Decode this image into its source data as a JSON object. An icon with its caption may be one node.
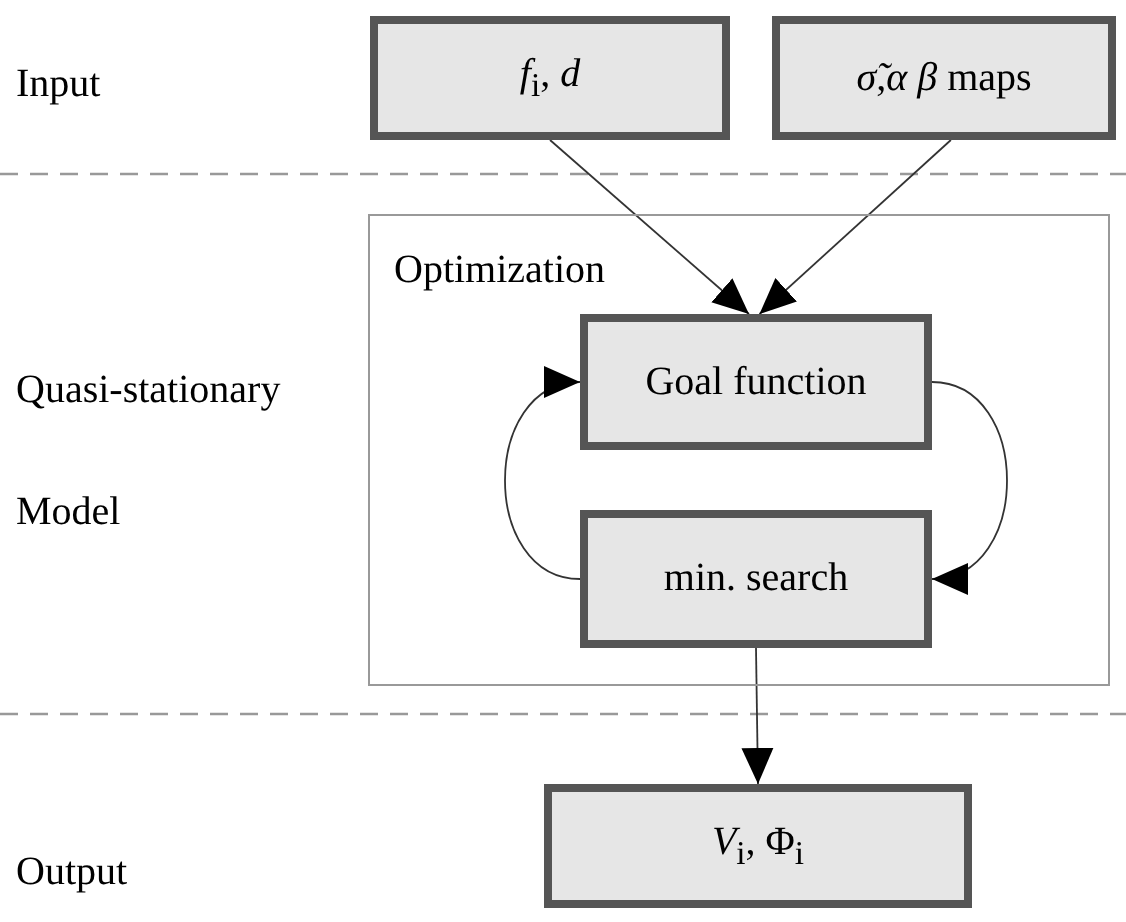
{
  "diagram": {
    "nodes": [
      {
        "text": [
          "*f*$_{i}$, *d*"
        ]
      },
      {
        "text": [
          "*σ̃*,*α* *β* maps"
        ]
      },
      {
        "text": [
          "Optimization"
        ]
      },
      {
        "text": [
          "Goal function"
        ],
        "in": 2
      },
      {
        "text": [
          "min. search"
        ],
        "in": 2
      },
      {
        "text": [
          "*V*$_{i}$, Φ$_{i}$"
        ]
      }
    ],
    "edges": [
      {
        "from": 0,
        "to": 3,
        "arrow": "to"
      },
      {
        "from": 1,
        "to": 3,
        "arrow": "to"
      },
      {
        "from": 3,
        "to": 4,
        "arrow": "to"
      },
      {
        "from": 4,
        "to": 3,
        "arrow": "to"
      },
      {
        "from": 4,
        "to": 5,
        "arrow": "to"
      }
    ],
    "labels": [
      "Input",
      "Quasi-stationary",
      "Model",
      "Output"
    ]
  }
}
